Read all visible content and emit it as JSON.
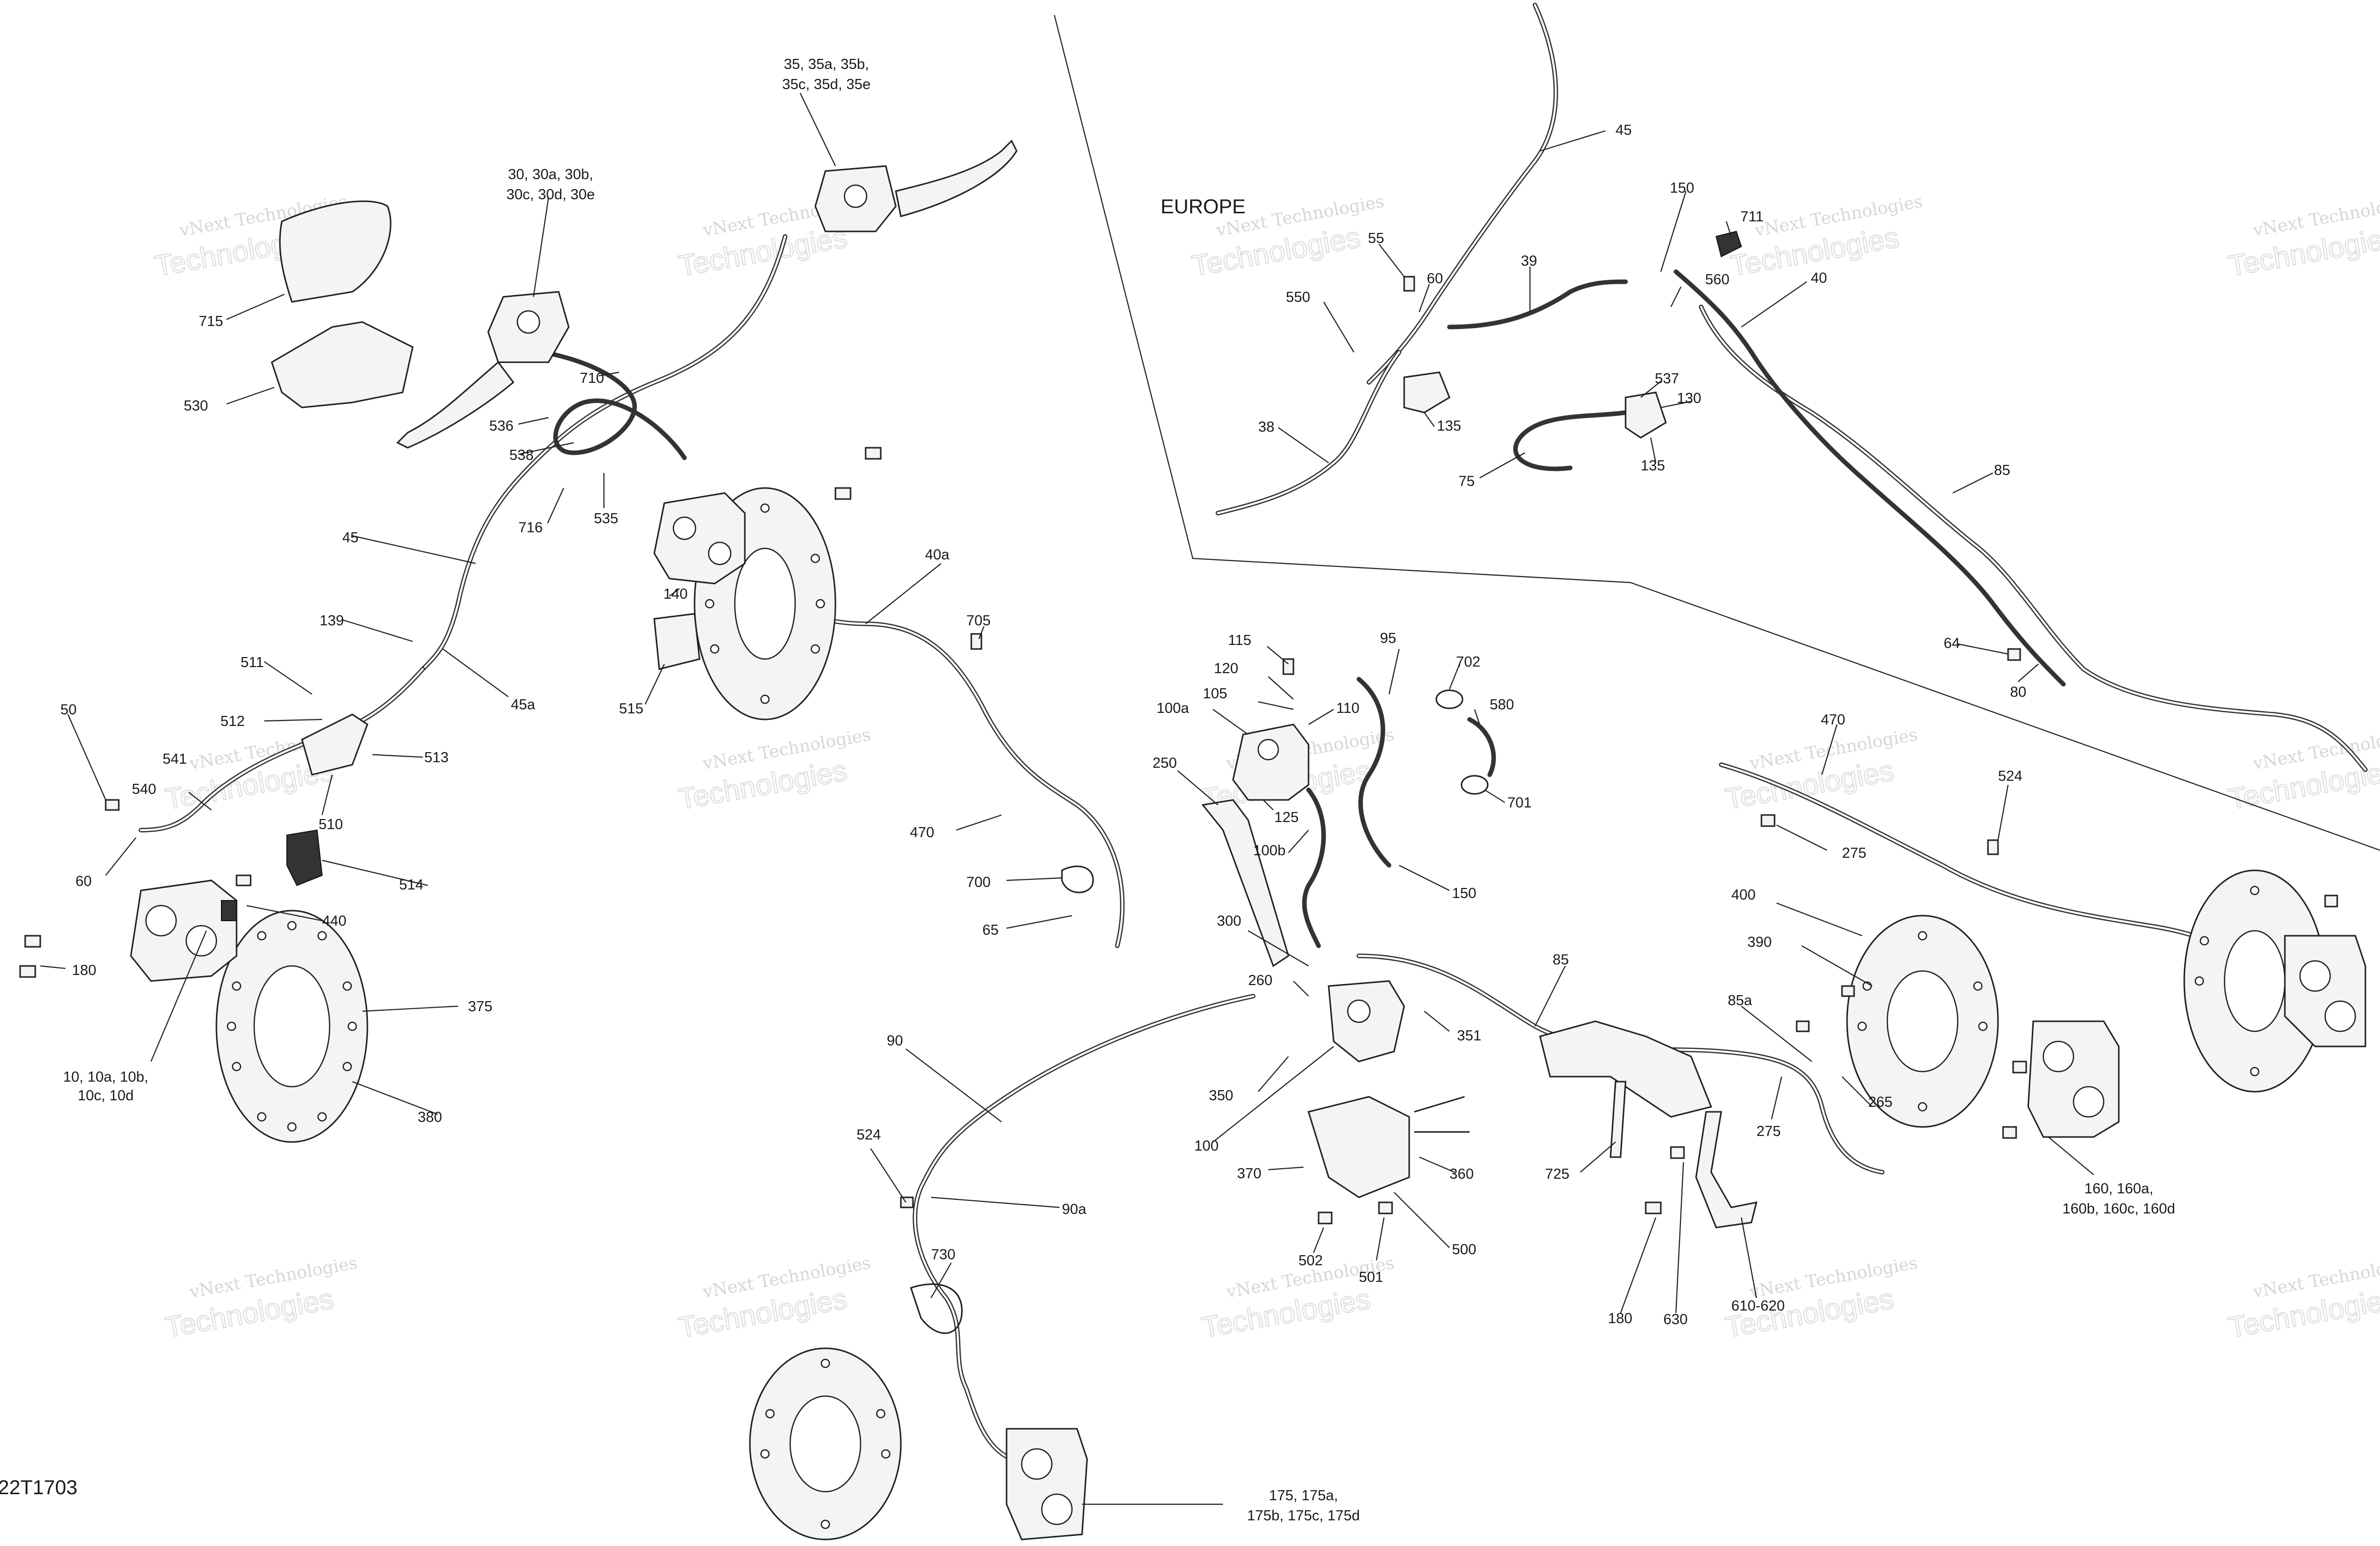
{
  "region_label": "EUROPE",
  "drawing_code": "22T1703",
  "watermark": {
    "line1": "vNext Technologies",
    "line2": "Technologies",
    "corner": "vNext"
  },
  "callouts": [
    "35, 35a, 35b,",
    "35c, 35d, 35e",
    "30, 30a, 30b,",
    "30c, 30d, 30e",
    "715",
    "530",
    "710",
    "536",
    "538",
    "716",
    "535",
    "45",
    "139",
    "45a",
    "140",
    "515",
    "511",
    "512",
    "541",
    "513",
    "50",
    "540",
    "510",
    "60",
    "514",
    "440",
    "180",
    "375",
    "10, 10a, 10b,",
    "10c, 10d",
    "380",
    "40a",
    "705",
    "470",
    "700",
    "65",
    "90",
    "524",
    "90a",
    "730",
    "175, 175a,",
    "175b, 175c, 175d",
    "115",
    "120",
    "105",
    "100a",
    "110",
    "250",
    "125",
    "100b",
    "95",
    "702",
    "580",
    "701",
    "150",
    "300",
    "260",
    "350",
    "100",
    "351",
    "85",
    "370",
    "502",
    "501",
    "500",
    "360",
    "725",
    "180",
    "630",
    "610-620",
    "85a",
    "275",
    "265",
    "400",
    "390",
    "470",
    "275",
    "524",
    "160, 160a,",
    "160b, 160c, 160d",
    "45",
    "150",
    "711",
    "55",
    "560",
    "40",
    "60",
    "39",
    "550",
    "537",
    "130",
    "135",
    "38",
    "135",
    "75",
    "85",
    "64",
    "80"
  ]
}
